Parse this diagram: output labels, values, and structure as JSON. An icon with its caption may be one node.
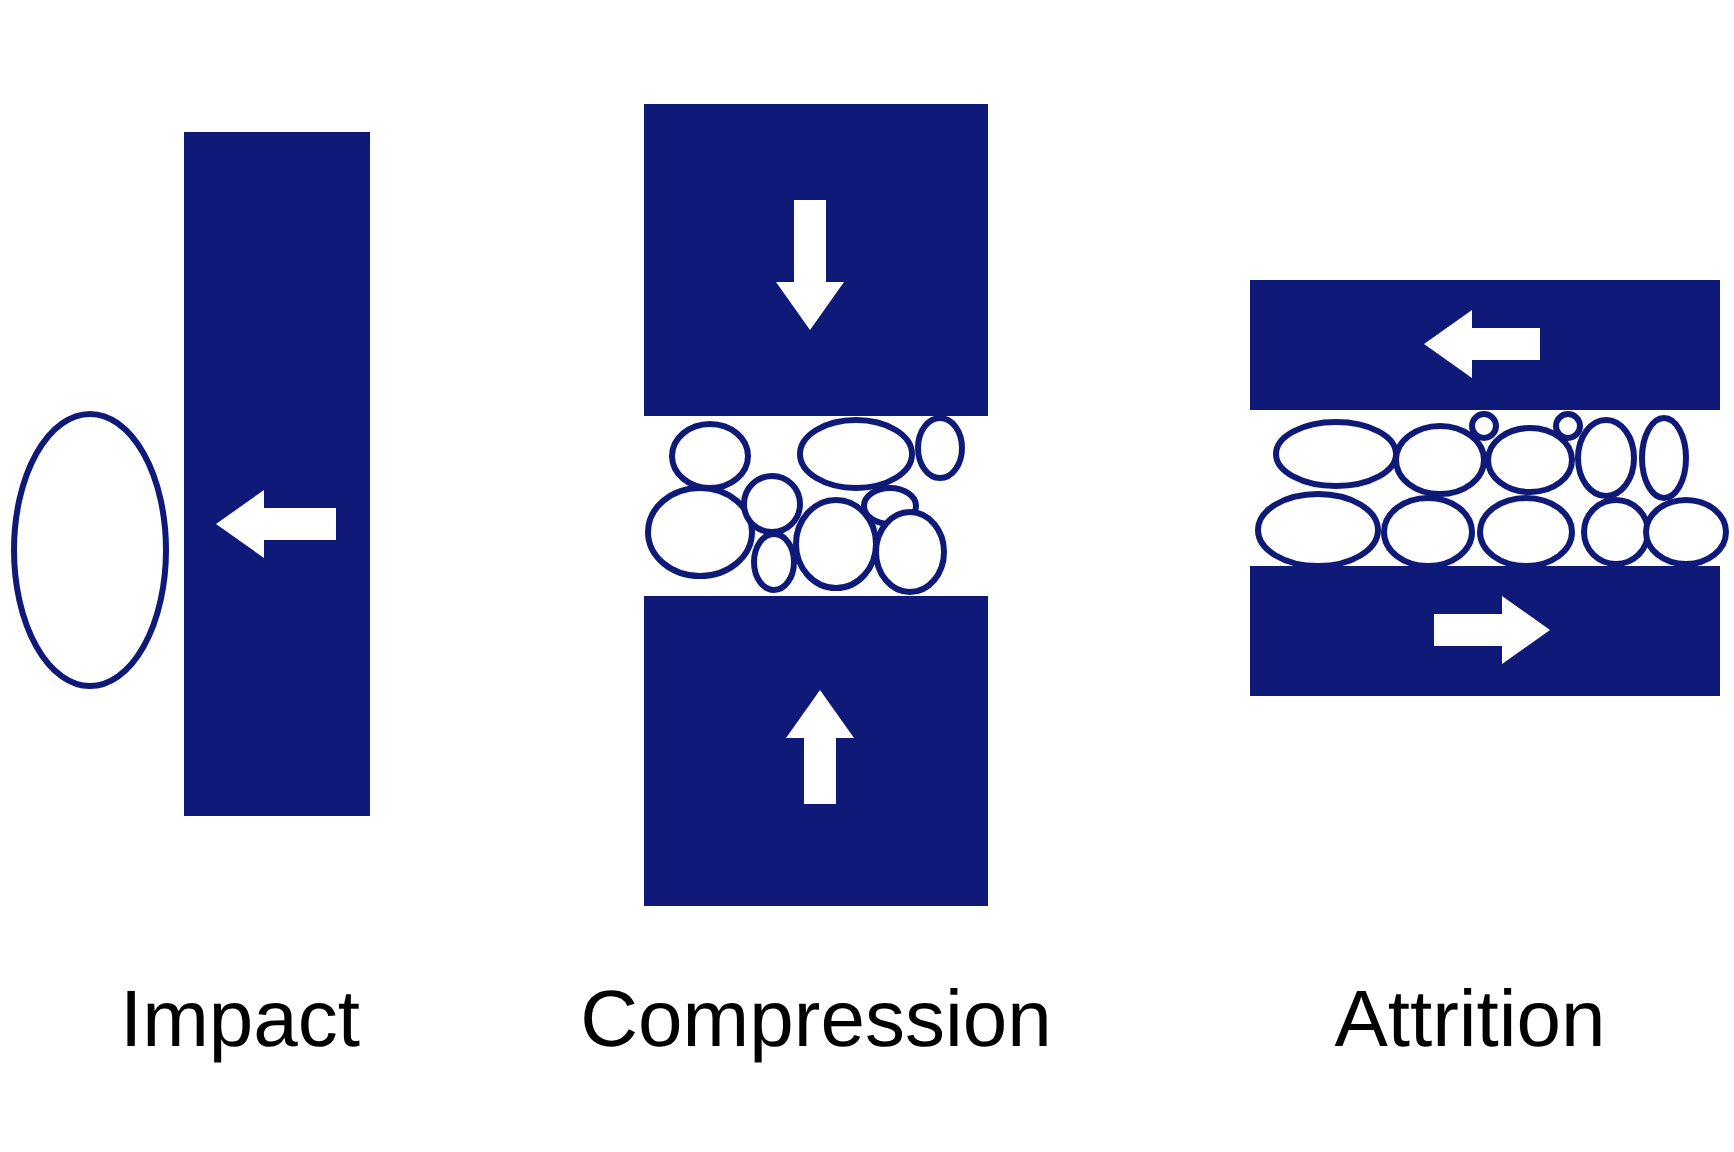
{
  "diagram": {
    "labels": [
      "Impact",
      "Compression",
      "Attrition"
    ]
  }
}
